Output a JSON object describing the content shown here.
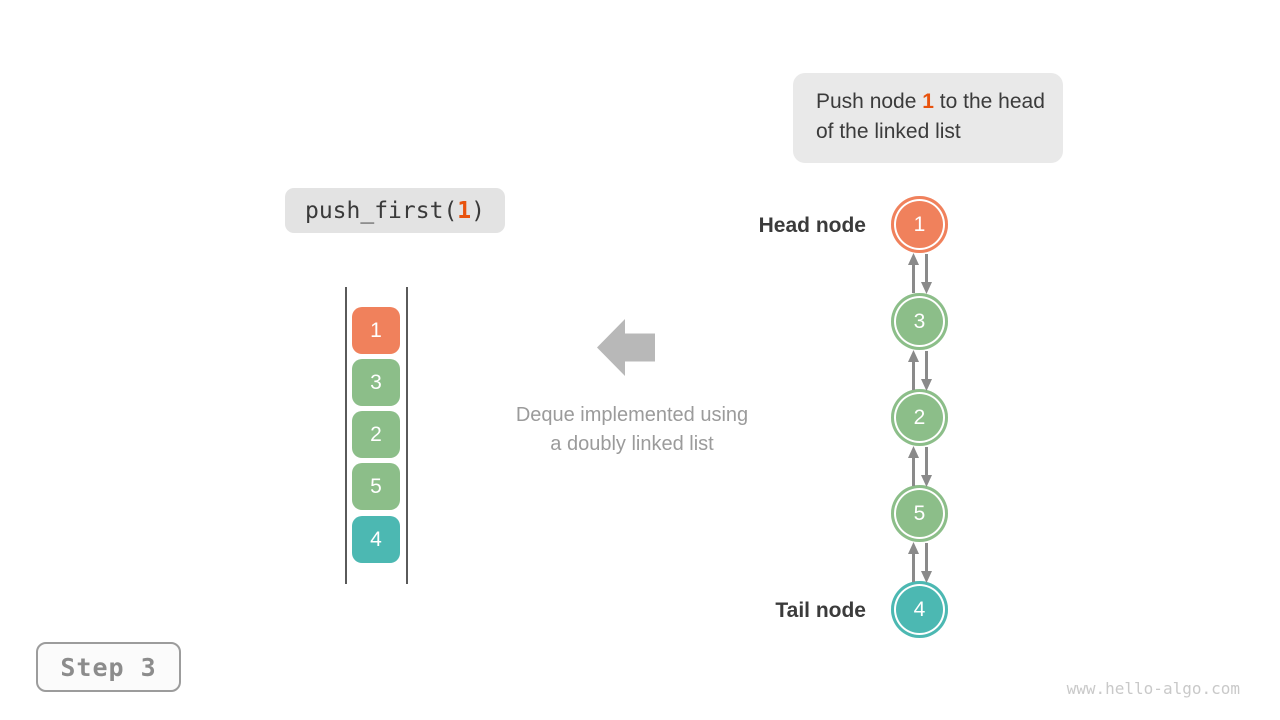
{
  "page": {
    "background": "#ffffff",
    "watermark": "www.hello-algo.com"
  },
  "step_badge": {
    "label": "Step 3"
  },
  "callout": {
    "text_before": "Push node ",
    "highlight": "1",
    "text_after": " to the head of the linked list"
  },
  "code_call": {
    "before": "push_first(",
    "arg": "1",
    "after": ")"
  },
  "caption": {
    "line1": "Deque implemented using",
    "line2": "a doubly linked list"
  },
  "deque_array": {
    "items": [
      {
        "value": "1",
        "color": "#f0815c"
      },
      {
        "value": "3",
        "color": "#8cbe89"
      },
      {
        "value": "2",
        "color": "#8cbe89"
      },
      {
        "value": "5",
        "color": "#8cbe89"
      },
      {
        "value": "4",
        "color": "#4cb8b2"
      }
    ]
  },
  "linked_list": {
    "head_label": "Head node",
    "tail_label": "Tail node",
    "nodes": [
      {
        "value": "1",
        "color": "#f0815c"
      },
      {
        "value": "3",
        "color": "#8cbe89"
      },
      {
        "value": "2",
        "color": "#8cbe89"
      },
      {
        "value": "5",
        "color": "#8cbe89"
      },
      {
        "value": "4",
        "color": "#4cb8b2"
      }
    ]
  },
  "colors": {
    "highlight": "#e8530e",
    "link_arrow": "#8a8a8a",
    "big_arrow": "#b8b8b8",
    "text_dark": "#3b3b3b",
    "text_gray": "#9b9b9b"
  }
}
